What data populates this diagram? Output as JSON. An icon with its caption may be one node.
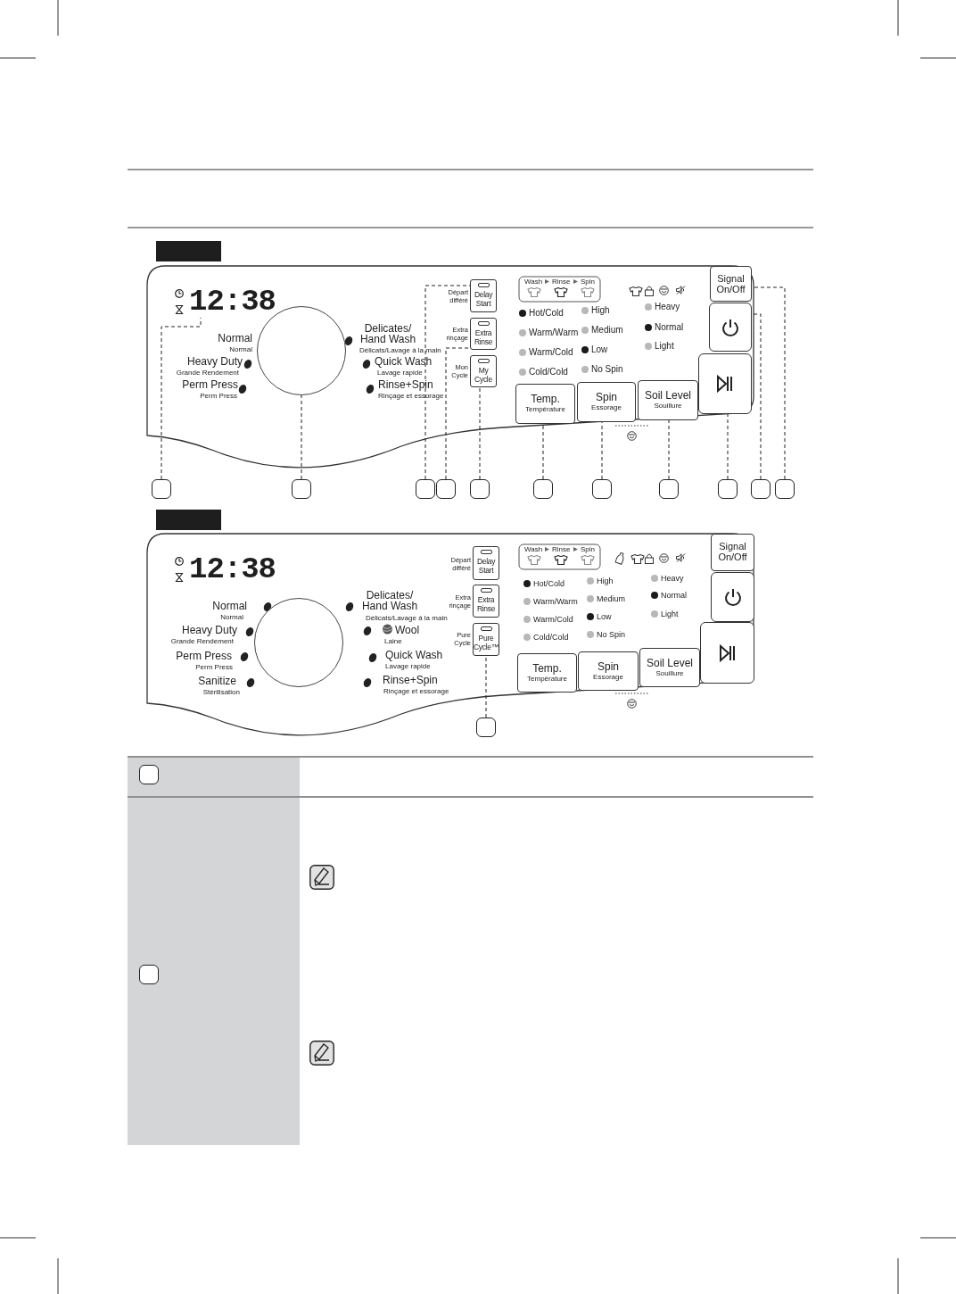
{
  "diagram": {
    "nodes": [
      {
        "text": [
          "12:38"
        ]
      },
      {
        "text": [],
        "shape": "circle"
      },
      {
        "text": [
          "Delay Start"
        ],
        "beside": [
          "Départ différé"
        ]
      },
      {
        "text": [
          "Extra Rinse"
        ],
        "beside": [
          "Extra rinçage"
        ]
      },
      {
        "text": [
          "My Cycle"
        ],
        "beside": [
          "Mon Cycle"
        ]
      },
      {
        "text": [
          "Temp.",
          "Température"
        ]
      },
      {
        "text": [
          "Spin",
          "Essorage"
        ]
      },
      {
        "text": [
          "Soil Level",
          "Souillure"
        ]
      },
      {
        "text": [],
        "shape": "box"
      },
      {
        "text": [],
        "shape": "box"
      },
      {
        "text": [
          "Signal On/Off"
        ]
      },
      {
        "text": [],
        "shape": "box"
      },
      {
        "text": [],
        "shape": "box"
      },
      {
        "text": [],
        "shape": "box"
      },
      {
        "text": [],
        "shape": "box"
      },
      {
        "text": [],
        "shape": "box"
      },
      {
        "text": [],
        "shape": "box"
      },
      {
        "text": [],
        "shape": "box"
      },
      {
        "text": [],
        "shape": "box"
      },
      {
        "text": [],
        "shape": "box"
      },
      {
        "text": [],
        "shape": "box"
      },
      {
        "text": [],
        "shape": "box"
      },
      {
        "text": [
          "12:38"
        ]
      },
      {
        "text": [],
        "shape": "circle"
      },
      {
        "text": [
          "Delay Start"
        ],
        "beside": [
          "Départ différé"
        ]
      },
      {
        "text": [
          "Extra Rinse"
        ],
        "beside": [
          "Extra rinçage"
        ]
      },
      {
        "text": [
          "Pure Cycle™"
        ],
        "beside": [
          "Pure Cycle"
        ]
      },
      {
        "text": [
          "Temp.",
          "Température"
        ]
      },
      {
        "text": [
          "Spin",
          "Essorage"
        ]
      },
      {
        "text": [
          "Soil Level",
          "Souillure"
        ]
      },
      {
        "text": [],
        "shape": "box"
      },
      {
        "text": [],
        "shape": "box"
      },
      {
        "text": [
          "Signal On/Off"
        ]
      },
      {
        "text": [],
        "shape": "box"
      },
      {
        "text": [],
        "shape": "box"
      },
      {
        "text": [],
        "shape": "box"
      },
      {
        "text": [],
        "shape": "bar"
      },
      {
        "text": [],
        "shape": "bar"
      }
    ],
    "edges": [
      {
        "from": 11,
        "to": 0,
        "arrow": "none",
        "style": "dashed"
      },
      {
        "from": 12,
        "to": 1,
        "arrow": "none",
        "style": "dashed"
      },
      {
        "from": 13,
        "to": 2,
        "arrow": "none",
        "style": "dashed"
      },
      {
        "from": 14,
        "to": 3,
        "arrow": "none",
        "style": "dashed"
      },
      {
        "from": 15,
        "to": 4,
        "arrow": "none",
        "style": "dashed"
      },
      {
        "from": 16,
        "to": 5,
        "arrow": "none",
        "style": "dashed"
      },
      {
        "from": 17,
        "to": 6,
        "arrow": "none",
        "style": "dashed"
      },
      {
        "from": 18,
        "to": 7,
        "arrow": "none",
        "style": "dashed"
      },
      {
        "from": 19,
        "to": 8,
        "arrow": "none",
        "style": "dashed"
      },
      {
        "from": 20,
        "to": 9,
        "arrow": "none",
        "style": "dashed"
      },
      {
        "from": 21,
        "to": 10,
        "arrow": "none",
        "style": "dashed"
      },
      {
        "from": 33,
        "to": 26,
        "arrow": "none",
        "style": "dashed"
      }
    ],
    "labels": [
      "Normal",
      "Normal",
      "Heavy Duty",
      "Grande Rendement",
      "Perm Press",
      "Perm Press",
      "Delicates/ Hand Wash",
      "Délicats/Lavage à la main",
      "Quick Wash",
      "Lavage rapide",
      "Rinse+Spin",
      "Rinçage et essorage",
      "Wash",
      "Rinse",
      "Spin",
      "Hot/Cold",
      "Warm/Warm",
      "Warm/Cold",
      "Cold/Cold",
      "High",
      "Medium",
      "Low",
      "No Spin",
      "Heavy",
      "Normal",
      "Light",
      "Normal",
      "Normal",
      "Heavy Duty",
      "Grande Rendement",
      "Perm Press",
      "Perm Press",
      "Sanitize",
      "Stérilisation",
      "Delicates/ Hand Wash",
      "Délicats/Lavage à la main",
      "Wool",
      "Laine",
      "Quick Wash",
      "Lavage rapide",
      "Rinse+Spin",
      "Rinçage et essorage",
      "Wash",
      "Rinse",
      "Spin",
      "Hot/Cold",
      "Warm/Warm",
      "Warm/Cold",
      "Cold/Cold",
      "High",
      "Medium",
      "Low",
      "No Spin",
      "Heavy",
      "Normal",
      "Light"
    ]
  }
}
